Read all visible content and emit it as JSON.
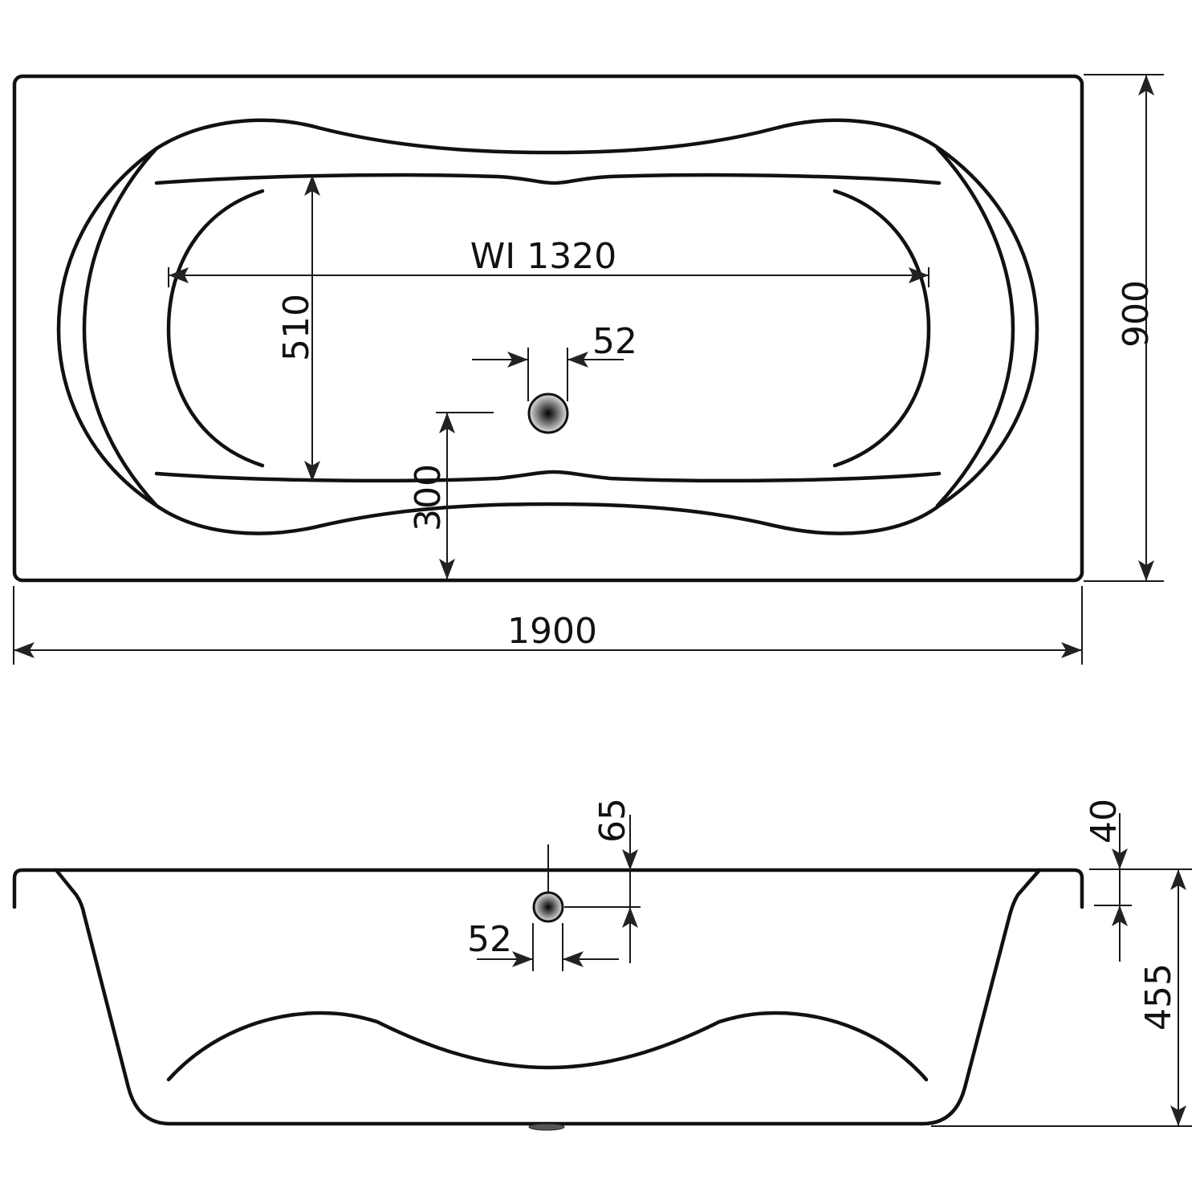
{
  "drawing": {
    "title": "Bathtub dimension drawing",
    "units": "mm",
    "colors": {
      "line": "#111111",
      "drain_dark": "#000000",
      "drain_light": "#dddddd",
      "background": "#ffffff"
    }
  },
  "top_view": {
    "overall_length": "1900",
    "overall_width": "900",
    "inner_length": "WI 1320",
    "inner_width": "510",
    "drain_diameter": "52",
    "drain_offset": "300"
  },
  "side_view": {
    "overflow_offset": "65",
    "overflow_diameter": "52",
    "rim_thickness": "40",
    "depth": "455"
  }
}
